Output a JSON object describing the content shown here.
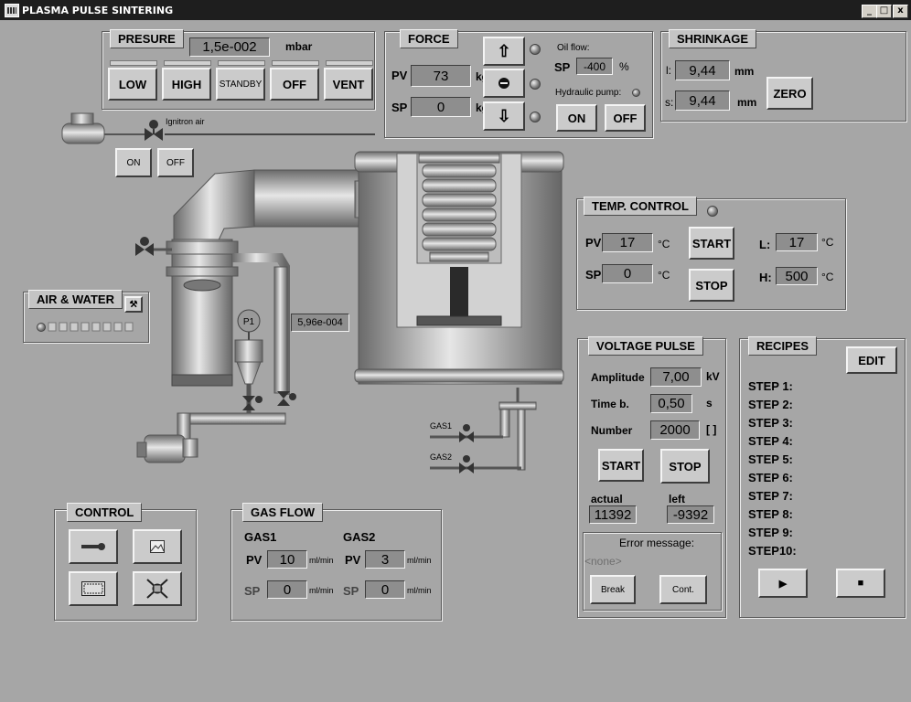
{
  "window": {
    "title": "PLASMA PULSE SINTERING",
    "min": "_",
    "max": "□",
    "close": "x"
  },
  "pressure": {
    "title": "PRESURE",
    "value": "1,5e-002",
    "unit": "mbar",
    "buttons": [
      "LOW",
      "HIGH",
      "STANDBY",
      "OFF",
      "VENT"
    ]
  },
  "force": {
    "title": "FORCE",
    "pv_label": "PV",
    "pv": "73",
    "pv_unit": "kg",
    "sp_label": "SP",
    "sp": "0",
    "sp_unit": "kg",
    "oil_flow_label": "Oil flow:",
    "oil_sp_label": "SP",
    "oil_sp": "-400",
    "oil_unit": "%",
    "hydraulic_label": "Hydraulic pump:",
    "on": "ON",
    "off": "OFF"
  },
  "shrinkage": {
    "title": "SHRINKAGE",
    "l_label": "l:",
    "l_value": "9,44",
    "l_unit": "mm",
    "s_label": "s:",
    "s_value": "9,44",
    "s_unit": "mm",
    "zero": "ZERO"
  },
  "ignitron": {
    "label": "Ignitron air",
    "on": "ON",
    "off": "OFF"
  },
  "schematic": {
    "pressure_reading": "5,96e-004",
    "p1": "P1",
    "gas1": "GAS1",
    "gas2": "GAS2"
  },
  "air_water": {
    "title": "AIR & WATER"
  },
  "temp": {
    "title": "TEMP. CONTROL",
    "pv_label": "PV",
    "pv": "17",
    "sp_label": "SP",
    "sp": "0",
    "unit": "°C",
    "start": "START",
    "stop": "STOP",
    "l_label": "L:",
    "l_value": "17",
    "h_label": "H:",
    "h_value": "500"
  },
  "voltage": {
    "title": "VOLTAGE PULSE",
    "amplitude_label": "Amplitude",
    "amplitude": "7,00",
    "amplitude_unit": "kV",
    "time_label": "Time b.",
    "time": "0,50",
    "time_unit": "s",
    "number_label": "Number",
    "number": "2000",
    "number_unit": "[ ]",
    "start": "START",
    "stop": "STOP",
    "actual_label": "actual",
    "actual": "11392",
    "left_label": "left",
    "left": "-9392",
    "error_label": "Error message:",
    "error_value": "<none>",
    "break": "Break",
    "cont": "Cont."
  },
  "recipes": {
    "title": "RECIPES",
    "edit": "EDIT",
    "steps": [
      "STEP 1:",
      "STEP 2:",
      "STEP 3:",
      "STEP 4:",
      "STEP 5:",
      "STEP 6:",
      "STEP 7:",
      "STEP 8:",
      "STEP 9:",
      "STEP10:"
    ]
  },
  "control": {
    "title": "CONTROL"
  },
  "gas_flow": {
    "title": "GAS FLOW",
    "gas1_label": "GAS1",
    "gas2_label": "GAS2",
    "pv_label": "PV",
    "sp_label": "SP",
    "unit": "ml/min",
    "gas1_pv": "10",
    "gas1_sp": "0",
    "gas2_pv": "3",
    "gas2_sp": "0"
  }
}
